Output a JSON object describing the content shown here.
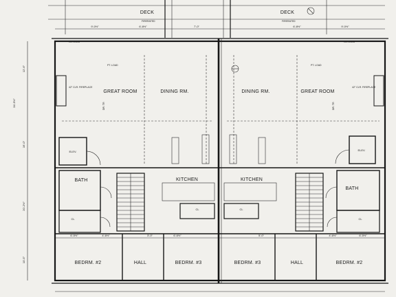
{
  "rooms": {
    "deck_left": "DECK",
    "deck_right": "DECK",
    "great_room_left": "GREAT ROOM",
    "great_room_right": "GREAT ROOM",
    "dining_left": "DINING RM.",
    "dining_right": "DINING RM.",
    "kitchen_left": "KITCHEN",
    "kitchen_right": "KITCHEN",
    "elev_left": "ELEV.",
    "elev_right": "ELEV.",
    "bath_left": "BATH",
    "bath_right": "BATH",
    "cl_left": "CL",
    "cl_right": "CL",
    "cl_kitchen_left": "CL",
    "cl_kitchen_right": "CL",
    "bedrm2_left": "BEDRM. #2",
    "bedrm2_right": "BEDRM. #2",
    "bedrm3_left": "BEDRM. #3",
    "bedrm3_right": "BEDRM. #3",
    "hall_left": "HALL",
    "hall_right": "HALL"
  },
  "notes": {
    "fireplace": "42\" CLR. FIREPLACE",
    "pt_load": "PT. LOAD",
    "firerated": "FIRERATED",
    "drl": "DR. TR",
    "rl_shelf": "R/L SHELF"
  },
  "dimensions": {
    "top_left_1": "9'-0½\"",
    "top_left_2": "6'-8½\"",
    "top_mid": "7'-0\"",
    "top_right_1": "6'-8½\"",
    "top_right_2": "9'-0½\"",
    "left_1": "12'-6\"",
    "left_2": "34'-5½\"",
    "left_3": "16'-0\"",
    "left_4": "20'-2½\"",
    "left_5": "10'-5\"",
    "bottom_1": "6'-5½\"",
    "bottom_2": "4'-6½\"",
    "bottom_3": "3'-0\"",
    "bottom_4": "6'-6½\"",
    "bottom_5": "5'-0\"",
    "bottom_6": "4'-6½\"",
    "bottom_7": "6'-5½\""
  }
}
